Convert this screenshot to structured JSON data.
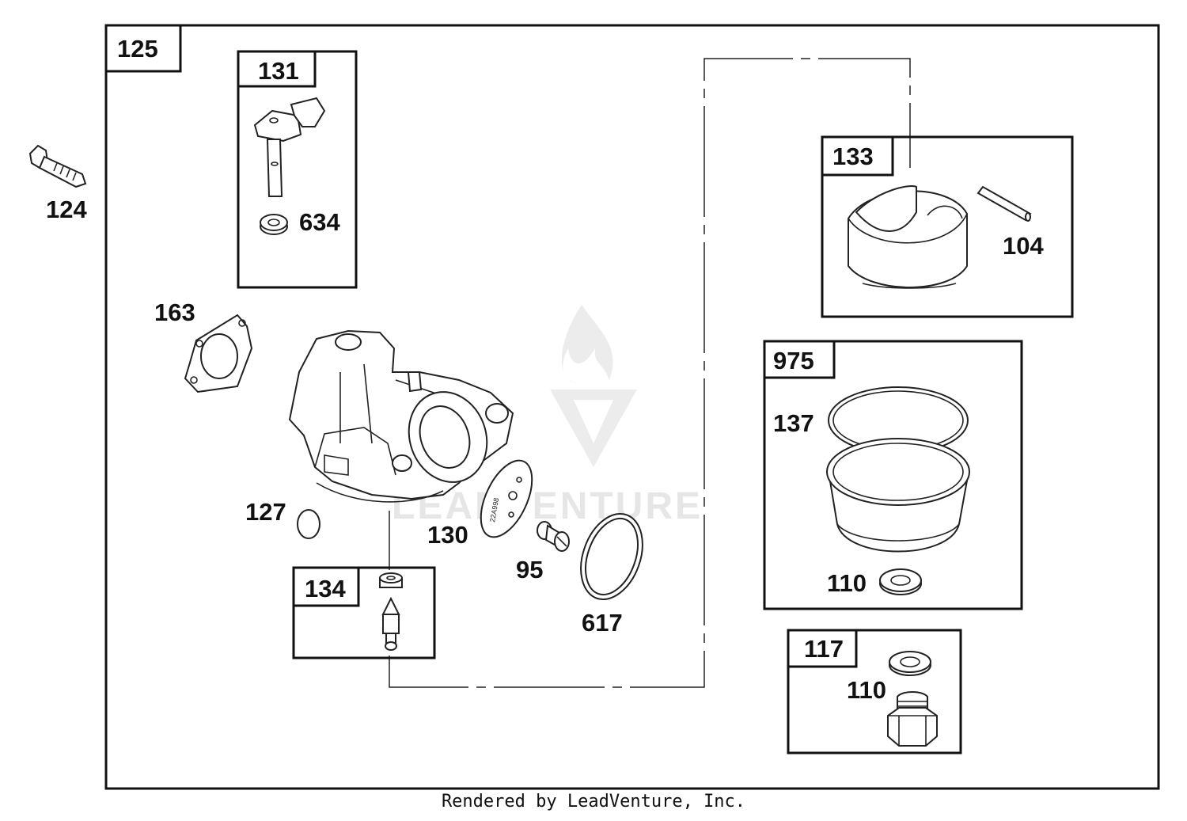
{
  "labels": {
    "box_125": "125",
    "box_131": "131",
    "box_133": "133",
    "box_975": "975",
    "box_134": "134",
    "box_117": "117",
    "p124": "124",
    "p634": "634",
    "p163": "163",
    "p104": "104",
    "p137": "137",
    "p127": "127",
    "p130": "130",
    "p95": "95",
    "p617": "617",
    "p110a": "110",
    "p110b": "110"
  },
  "plate_text": "22A998",
  "watermark": "LEADVENTURE",
  "footer": "Rendered by LeadVenture, Inc."
}
